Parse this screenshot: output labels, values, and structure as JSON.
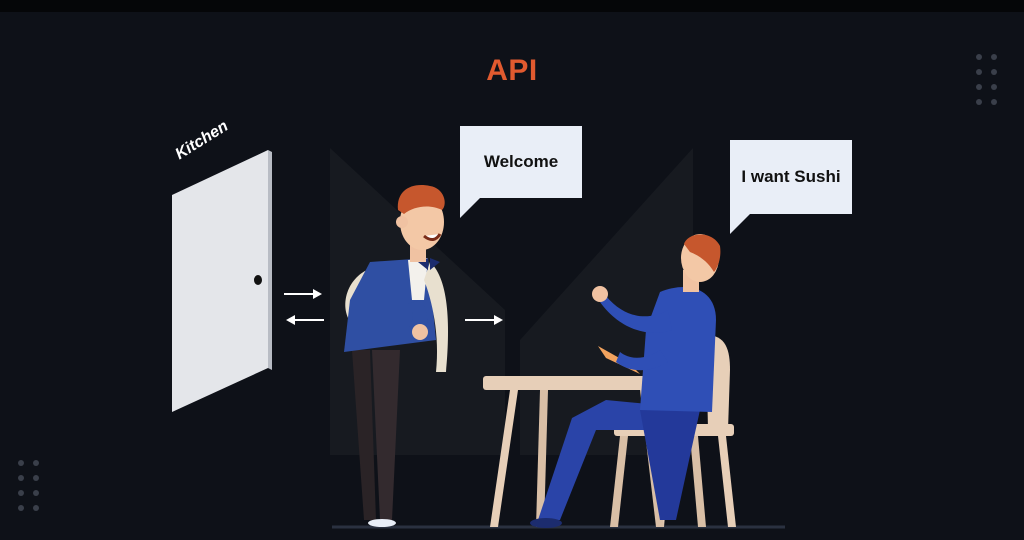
{
  "title": "API",
  "door": {
    "label": "Kitchen"
  },
  "bubbles": {
    "waiter": "Welcome",
    "customer": "I want Sushi"
  },
  "colors": {
    "background": "#0e1118",
    "title": "#e15a2f",
    "bubble": "#e9eef7",
    "door": "#e4e6ea",
    "vest": "#2f4fa3",
    "customer": "#2f4fb6",
    "table": "#e7cfb8"
  },
  "icons": [
    "arrow-right-icon",
    "arrow-left-icon",
    "dots-grid-icon"
  ]
}
